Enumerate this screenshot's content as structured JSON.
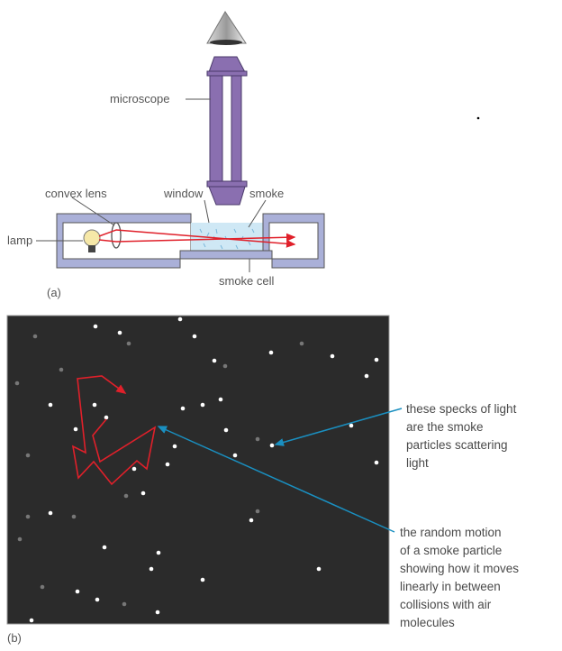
{
  "part_a": {
    "label": "(a)",
    "microscope": "microscope",
    "convex_lens": "convex lens",
    "window": "window",
    "smoke": "smoke",
    "lamp": "lamp",
    "smoke_cell": "smoke cell"
  },
  "part_b": {
    "label": "(b)",
    "specks_note": [
      "these specks of light",
      "are the smoke",
      "particles scattering",
      "light"
    ],
    "motion_note": [
      "the random motion",
      "of a smoke particle",
      "showing how it moves",
      "linearly in between",
      "collisions with air",
      "molecules"
    ]
  },
  "colors": {
    "microscope": "#8a6fb0",
    "cell_frame": "#aab0d8",
    "ray": "#e0202a",
    "leader_blue": "#1a8fc0",
    "panel": "#2b2b2b"
  }
}
